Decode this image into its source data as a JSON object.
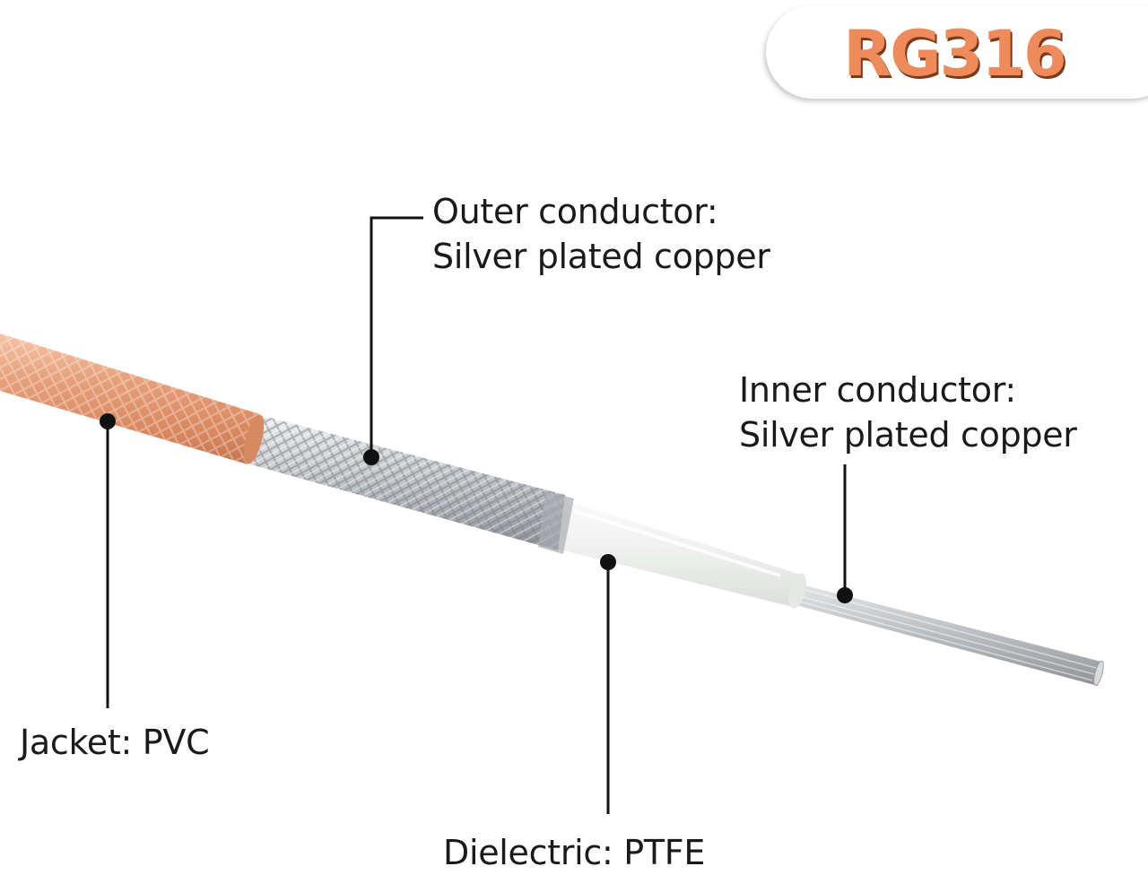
{
  "product": {
    "model": "RG316"
  },
  "labels": {
    "outer": {
      "line1": "Outer conductor:",
      "line2": "Silver plated copper"
    },
    "inner": {
      "line1": "Inner conductor:",
      "line2": "Silver plated copper"
    },
    "jacket": "Jacket: PVC",
    "dielectric": "Dielectric: PTFE"
  },
  "colors": {
    "jacket": "#e39a72",
    "braid": "#c9ccd0",
    "dielectric": "#f2f3f2",
    "wire": "#c6c9cc",
    "badge_text": "#ef8a5a",
    "leader": "#111111"
  }
}
